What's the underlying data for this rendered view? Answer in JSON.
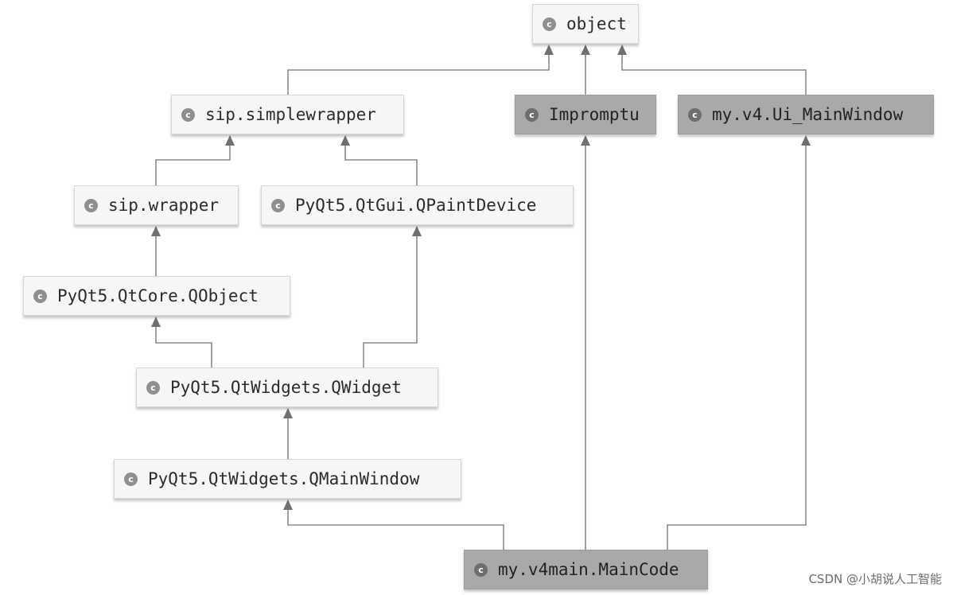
{
  "diagram": {
    "nodes": {
      "object": {
        "label": "object",
        "icon": "class-icon",
        "icon_letter": "c",
        "fill": "#f6f6f6"
      },
      "simplewrapper": {
        "label": "sip.simplewrapper",
        "icon": "class-icon",
        "icon_letter": "c",
        "fill": "#f6f6f6"
      },
      "impromptu": {
        "label": "Impromptu",
        "icon": "class-icon",
        "icon_letter": "c",
        "fill": "#a9a9a9"
      },
      "ui_mainwindow": {
        "label": "my.v4.Ui_MainWindow",
        "icon": "class-icon",
        "icon_letter": "c",
        "fill": "#a9a9a9"
      },
      "wrapper": {
        "label": "sip.wrapper",
        "icon": "class-icon",
        "icon_letter": "c",
        "fill": "#f6f6f6"
      },
      "qpaintdevice": {
        "label": "PyQt5.QtGui.QPaintDevice",
        "icon": "class-icon",
        "icon_letter": "c",
        "fill": "#f6f6f6"
      },
      "qobject": {
        "label": "PyQt5.QtCore.QObject",
        "icon": "class-icon",
        "icon_letter": "c",
        "fill": "#f6f6f6"
      },
      "qwidget": {
        "label": "PyQt5.QtWidgets.QWidget",
        "icon": "class-icon",
        "icon_letter": "c",
        "fill": "#f6f6f6"
      },
      "qmainwindow": {
        "label": "PyQt5.QtWidgets.QMainWindow",
        "icon": "class-icon",
        "icon_letter": "c",
        "fill": "#f6f6f6"
      },
      "maincode": {
        "label": "my.v4main.MainCode",
        "icon": "class-icon",
        "icon_letter": "c",
        "fill": "#a9a9a9"
      }
    },
    "edges": [
      {
        "from": "simplewrapper",
        "to": "object"
      },
      {
        "from": "impromptu",
        "to": "object"
      },
      {
        "from": "ui_mainwindow",
        "to": "object"
      },
      {
        "from": "wrapper",
        "to": "simplewrapper"
      },
      {
        "from": "qpaintdevice",
        "to": "simplewrapper"
      },
      {
        "from": "qobject",
        "to": "wrapper"
      },
      {
        "from": "qwidget",
        "to": "qobject"
      },
      {
        "from": "qwidget",
        "to": "qpaintdevice"
      },
      {
        "from": "qmainwindow",
        "to": "qwidget"
      },
      {
        "from": "maincode",
        "to": "qmainwindow"
      },
      {
        "from": "maincode",
        "to": "impromptu"
      },
      {
        "from": "maincode",
        "to": "ui_mainwindow"
      }
    ],
    "edge_color": "#8a8a8a"
  },
  "watermark": "CSDN @小胡说人工智能"
}
